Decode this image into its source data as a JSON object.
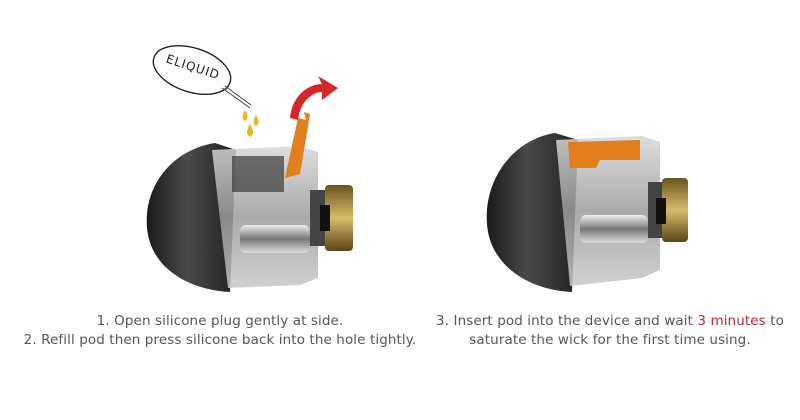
{
  "step_left": {
    "bubble_label": "ELIQUID",
    "line1": "1. Open silicone plug gently at side.",
    "line2": "2. Refill pod then press silicone back into the hole tightly."
  },
  "step_right": {
    "line1_before": "3. Insert pod into the device and wait ",
    "line1_highlight": "3 minutes",
    "line1_after": " to",
    "line2": "saturate the wick for the first time using."
  },
  "colors": {
    "text": "#555555",
    "highlight": "#b7282e",
    "arrow": "#d7262b",
    "silicone": "#e07f1c",
    "droplet": "#e8b820",
    "shell": "#2a2a2a"
  }
}
